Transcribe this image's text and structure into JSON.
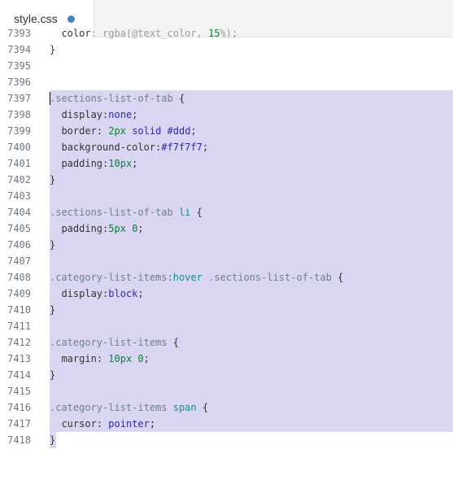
{
  "tab": {
    "filename": "style.css",
    "modified_indicator": "unsaved-dot"
  },
  "colors": {
    "selection": "#d9d5f3",
    "dirty_dot": "#4a7fc2"
  },
  "lines": [
    {
      "num": "7393",
      "code": "  color: rgba(@text_color, 15%);"
    },
    {
      "num": "7394",
      "code": "}"
    },
    {
      "num": "7395",
      "code": ""
    },
    {
      "num": "7396",
      "code": ""
    },
    {
      "num": "7397",
      "code": ".sections-list-of-tab {"
    },
    {
      "num": "7398",
      "code": "  display:none;"
    },
    {
      "num": "7399",
      "code": "  border: 2px solid #ddd;"
    },
    {
      "num": "7400",
      "code": "  background-color:#f7f7f7;"
    },
    {
      "num": "7401",
      "code": "  padding:10px;"
    },
    {
      "num": "7402",
      "code": "}"
    },
    {
      "num": "7403",
      "code": ""
    },
    {
      "num": "7404",
      "code": ".sections-list-of-tab li {"
    },
    {
      "num": "7405",
      "code": "  padding:5px 0;"
    },
    {
      "num": "7406",
      "code": "}"
    },
    {
      "num": "7407",
      "code": ""
    },
    {
      "num": "7408",
      "code": ".category-list-items:hover .sections-list-of-tab {"
    },
    {
      "num": "7409",
      "code": "  display:block;"
    },
    {
      "num": "7410",
      "code": "}"
    },
    {
      "num": "7411",
      "code": ""
    },
    {
      "num": "7412",
      "code": ".category-list-items {"
    },
    {
      "num": "7413",
      "code": "  margin: 10px 0;"
    },
    {
      "num": "7414",
      "code": "}"
    },
    {
      "num": "7415",
      "code": ""
    },
    {
      "num": "7416",
      "code": ".category-list-items span {"
    },
    {
      "num": "7417",
      "code": "  cursor: pointer;"
    },
    {
      "num": "7418",
      "code": "}"
    }
  ]
}
